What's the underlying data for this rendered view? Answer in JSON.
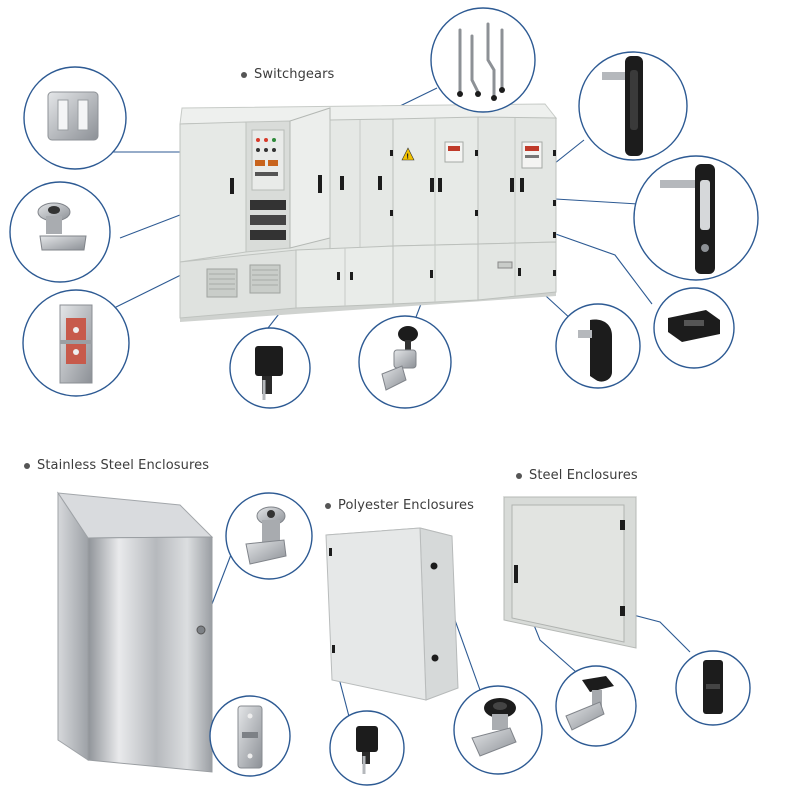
{
  "labels": {
    "switchgears": "Switchgears",
    "stainless": "Stainless Steel Enclosures",
    "polyester": "Polyester Enclosures",
    "steel": "Steel Enclosures"
  },
  "warning_glyph": "!",
  "colors": {
    "callout_ring": "#2d5a93",
    "leader_line": "#2d5a93",
    "cabinet_body": "#e3e6e3",
    "cabinet_edge": "#b9bdb9",
    "hardware_black": "#1c1c1c",
    "hardware_metal": "#b5b8bc",
    "stainless": "#c9ccd0",
    "warning": "#f2c200",
    "label_text": "#3c3c3c"
  },
  "callouts": [
    {
      "id": "co-hinge-plate",
      "icon": "hinge-plate-icon"
    },
    {
      "id": "co-rods",
      "icon": "rod-set-icon"
    },
    {
      "id": "co-swinghandle-top",
      "icon": "swing-handle-icon"
    },
    {
      "id": "co-quarter-turn-left",
      "icon": "quarter-turn-lock-icon"
    },
    {
      "id": "co-hinge-red",
      "icon": "lift-off-hinge-icon"
    },
    {
      "id": "co-hinge-black",
      "icon": "concealed-hinge-icon"
    },
    {
      "id": "co-key-lock",
      "icon": "key-lock-icon"
    },
    {
      "id": "co-swinghandle-right",
      "icon": "swing-handle-icon"
    },
    {
      "id": "co-compression-latch",
      "icon": "compression-latch-icon"
    },
    {
      "id": "co-cabinet-hinge",
      "icon": "cabinet-hinge-icon"
    },
    {
      "id": "co-ss-cam-lock",
      "icon": "cam-lock-icon"
    },
    {
      "id": "co-ss-hinge",
      "icon": "stainless-hinge-icon"
    },
    {
      "id": "co-poly-hinge",
      "icon": "concealed-hinge-icon"
    },
    {
      "id": "co-poly-quarter-turn",
      "icon": "quarter-turn-lock-icon"
    },
    {
      "id": "co-steel-wing-knob",
      "icon": "wing-knob-lock-icon"
    },
    {
      "id": "co-steel-hinge",
      "icon": "black-hinge-icon"
    }
  ]
}
